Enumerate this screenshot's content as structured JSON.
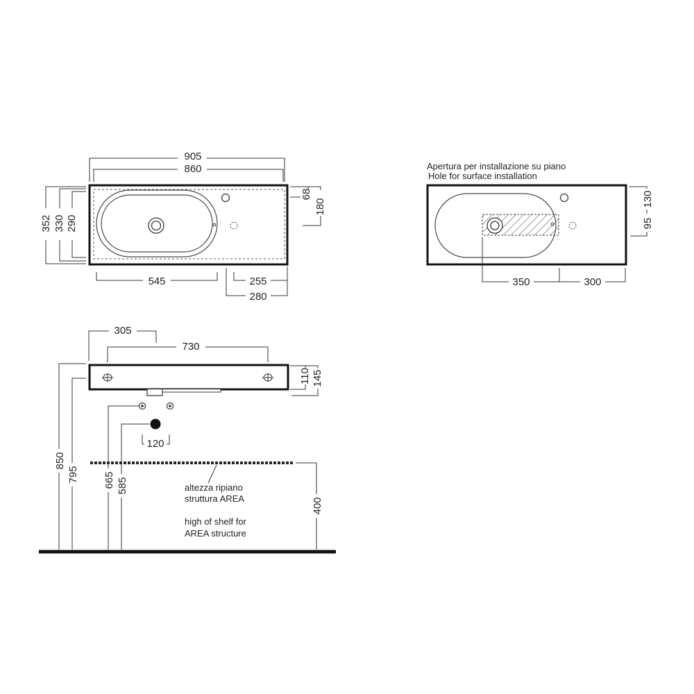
{
  "top_view": {
    "dims": {
      "overall_width": "905",
      "inner_width": "860",
      "overall_depth": "352",
      "depth_330": "330",
      "depth_290": "290",
      "tap_hole_offset": "68",
      "tap_hole_depth": "180",
      "bowl_left": "545",
      "tap_right_255": "255",
      "tap_right_280": "280"
    }
  },
  "hole_view": {
    "note_it": "Apertura per installazione su piano",
    "note_en": "Hole for surface installation",
    "dims": {
      "right_130": "130",
      "right_95": "95",
      "bottom_350": "350",
      "bottom_300": "300"
    }
  },
  "front_view": {
    "dims": {
      "left_offset": "305",
      "fixing_span": "730",
      "thickness_110": "110",
      "thickness_145": "145",
      "drain_spacing": "120",
      "height_850": "850",
      "height_795": "795",
      "height_665": "665",
      "height_585": "585",
      "shelf_400": "400"
    },
    "shelf_note_it_1": "altezza ripiano",
    "shelf_note_it_2": "struttura AREA",
    "shelf_note_en_1": "high of shelf for",
    "shelf_note_en_2": "AREA structure"
  }
}
